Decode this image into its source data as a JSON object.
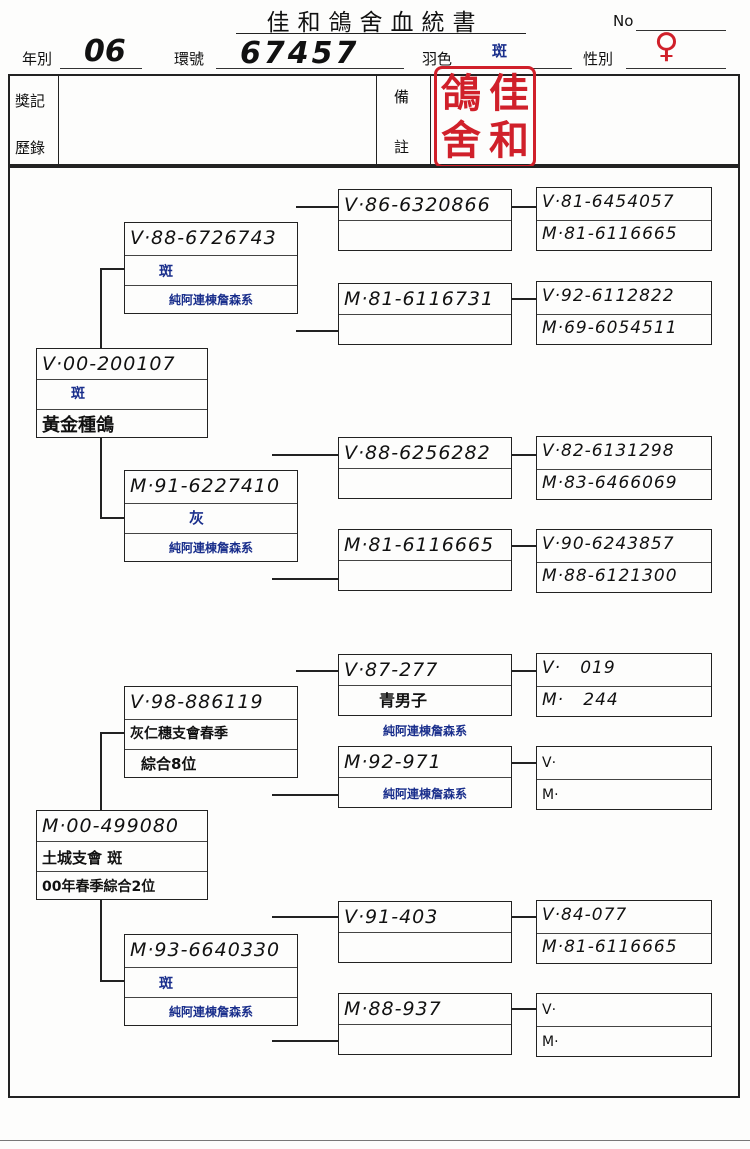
{
  "header": {
    "title": "佳和鴿舍血統書",
    "no_label": "No",
    "year_label": "年別",
    "year_value": "06",
    "ring_label": "環號",
    "ring_value": "67457",
    "color_label": "羽色",
    "color_value": "斑",
    "sex_label": "性別",
    "sex_value": "♀"
  },
  "record": {
    "awards_label_1": "獎記",
    "awards_label_2": "歷錄",
    "remarks_label_1": "備",
    "remarks_label_2": "註",
    "stamp": [
      "鴿",
      "佳",
      "舍",
      "和"
    ]
  },
  "pedigree": {
    "sire": {
      "ring": "V·00-200107",
      "color": "斑",
      "note": "黃金種鴿"
    },
    "dam": {
      "ring": "M·00-499080",
      "note1": "土城支會 斑",
      "note2": "00年春季綜合2位"
    },
    "sire_sire": {
      "ring": "V·88-6726743",
      "color": "斑",
      "line": "純阿連棟詹森系"
    },
    "sire_dam": {
      "ring": "M·91-6227410",
      "color": "灰",
      "line": "純阿連棟詹森系"
    },
    "dam_sire": {
      "ring": "V·98-886119",
      "note1": "灰仁穗支會春季",
      "note2": "綜合8位"
    },
    "dam_dam": {
      "ring": "M·93-6640330",
      "color": "斑",
      "line": "純阿連棟詹森系"
    },
    "g3": [
      {
        "ring": "V·86-6320866",
        "extra": ""
      },
      {
        "ring": "M·81-6116731",
        "extra": ""
      },
      {
        "ring": "V·88-6256282",
        "extra": ""
      },
      {
        "ring": "M·81-6116665",
        "extra": ""
      },
      {
        "ring": "V·87-277",
        "extra": "青男子",
        "line": "純阿連棟詹森系"
      },
      {
        "ring": "M·92-971",
        "extra": "",
        "line": "純阿連棟詹森系"
      },
      {
        "ring": "V·91-403",
        "extra": ""
      },
      {
        "ring": "M·88-937",
        "extra": ""
      }
    ],
    "g4": [
      {
        "v": "V·81-6454057",
        "m": "M·81-6116665"
      },
      {
        "v": "V·92-6112822",
        "m": "M·69-6054511"
      },
      {
        "v": "V·82-6131298",
        "m": "M·83-6466069"
      },
      {
        "v": "V·90-6243857",
        "m": "M·88-6121300"
      },
      {
        "v": "V·   019",
        "m": "M·   244"
      },
      {
        "v": "V·",
        "m": "M·"
      },
      {
        "v": "V·84-077",
        "m": "M·81-6116665"
      },
      {
        "v": "V·",
        "m": "M·"
      }
    ]
  }
}
